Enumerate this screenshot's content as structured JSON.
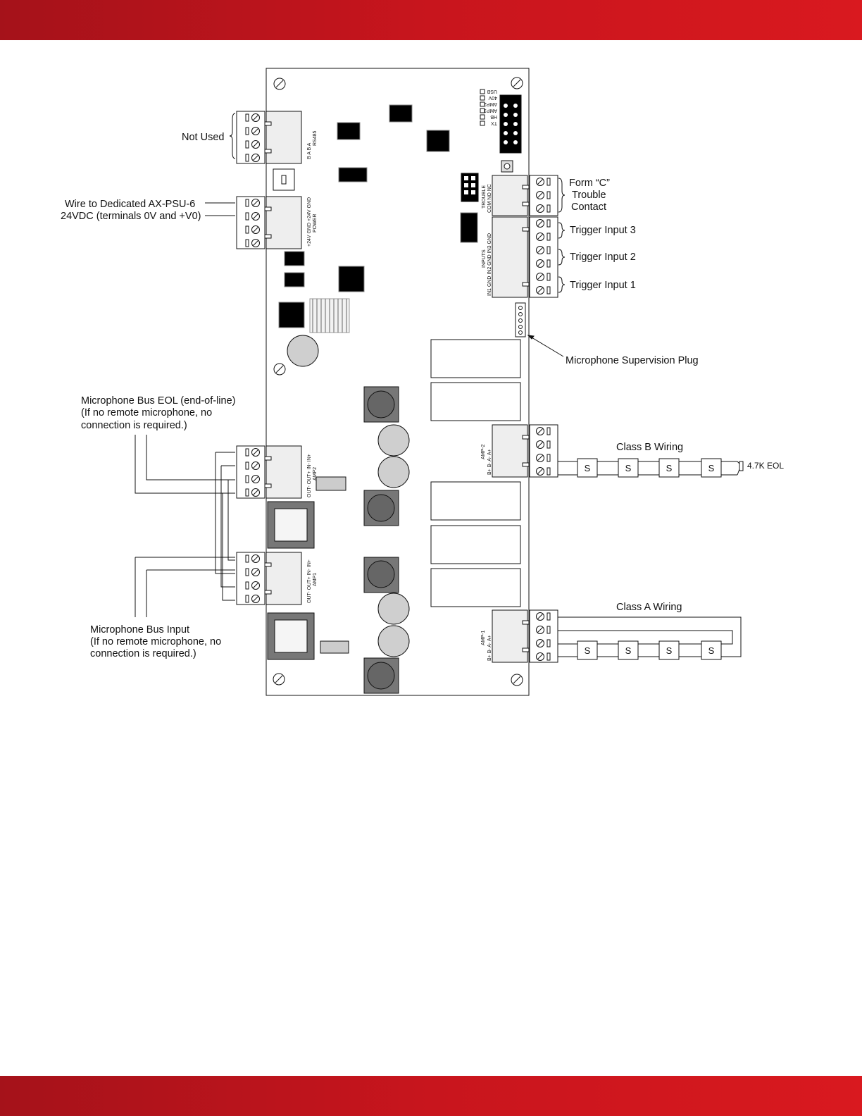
{
  "header_color": "#c8151d",
  "labels": {
    "not_used": "Not Used",
    "psu_line1": "Wire to Dedicated AX-PSU-6",
    "psu_line2": "24VDC (terminals 0V and +V0)",
    "form_c_1": "Form “C”",
    "form_c_2": "Trouble",
    "form_c_3": "Contact",
    "trigger3": "Trigger Input 3",
    "trigger2": "Trigger Input 2",
    "trigger1": "Trigger Input 1",
    "mic_sup": "Microphone Supervision Plug",
    "eol_1": "Microphone Bus EOL (end-of-line)",
    "eol_2": "(If no remote microphone, no",
    "eol_3": "connection is required.)",
    "class_b": "Class B Wiring",
    "class_a": "Class A Wiring",
    "eol_res": "4.7K EOL",
    "mic_in_1": "Microphone Bus Input",
    "mic_in_2": "(If no remote microphone, no",
    "mic_in_3": "connection is required.)",
    "speaker": "S"
  },
  "board_text": {
    "rs485": "RS485",
    "rs485_pins": "B    A    B    A",
    "power": "POWER",
    "power_pins": "+24V GND +24V GND",
    "trouble": "TROUBLE",
    "trouble_pins": "COM  NO  NC",
    "inputs": "INPUTS",
    "inputs_pins": "IN1  GND  IN2  GND  IN3  GND",
    "amp2": "AMP2",
    "amp2_pins": "OUT- OUT+  IN-  IN+",
    "amp1": "AMP1",
    "amp1_pins": "OUT- OUT+  IN-  IN+",
    "amp2_out": "AMP-2",
    "amp2_out_pins": "B+   B-   A-   A+",
    "amp1_out": "AMP-1",
    "amp1_out_pins": "B+   B-   A-   A+",
    "leds": [
      "USB",
      "40V",
      "AMP2",
      "AMP1",
      "HB",
      "TX"
    ]
  }
}
